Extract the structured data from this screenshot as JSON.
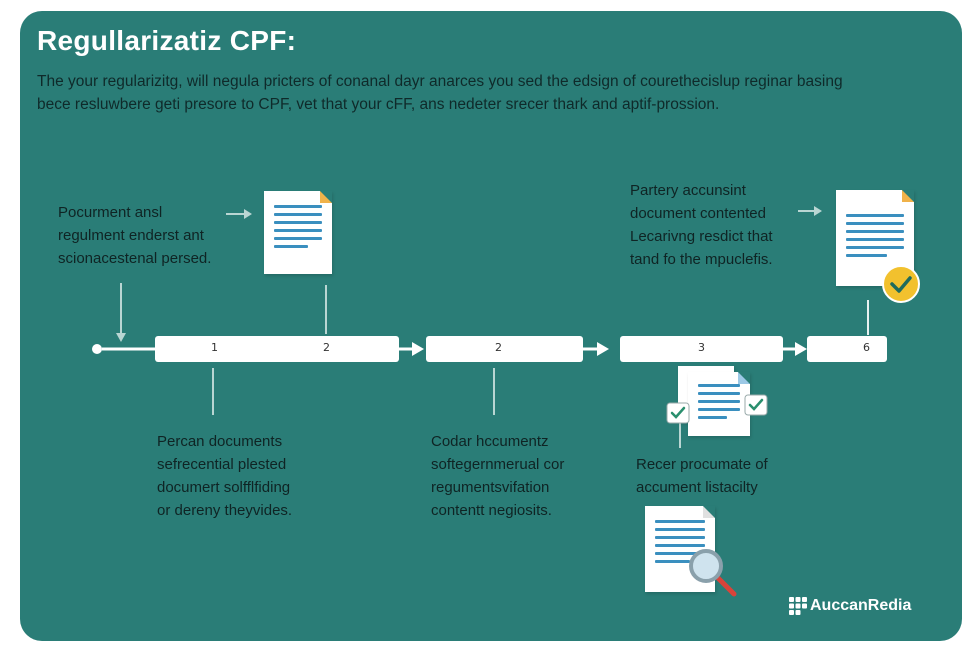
{
  "title": "Regullarizatiz CPF:",
  "subtitle": {
    "line1": "The your regularizitg, will negula pricters of conanal dayr anarces you sed the edsign of courethecislup reginar basing",
    "line2": "bece resluwbere geti presore to CPF, vet that your cFF, ans nedeter srecer thark and aptif-prossion."
  },
  "top_left_text": [
    "Pocurment ansl",
    "regulment enderst ant",
    "scionacestenal persed."
  ],
  "top_right_text": [
    "Partery accunsint",
    "document contented",
    "Lecarivng resdict that",
    "tand fo the mpuclefis."
  ],
  "steps": [
    {
      "labels": [
        "1",
        "2"
      ]
    },
    {
      "labels": [
        "2"
      ]
    },
    {
      "labels": [
        "3"
      ]
    },
    {
      "labels": [
        "6"
      ]
    }
  ],
  "bottom_texts": {
    "first": [
      "Percan documents",
      "sefrecential plested",
      "documert solfflfiding",
      "or dereny theyvides."
    ],
    "second": [
      "Codar hccumentz",
      "softegernmerual cor",
      "regumentsvifation",
      "contentt negiosits."
    ],
    "third": [
      "Recer procumate of",
      "accument listacilty"
    ]
  },
  "brand": "AuccanRedia",
  "colors": {
    "background": "#2a7d77",
    "accent_fold": "#f0b24a",
    "check_badge": "#f2c12e",
    "doc_lines": "#3a8fbf"
  }
}
